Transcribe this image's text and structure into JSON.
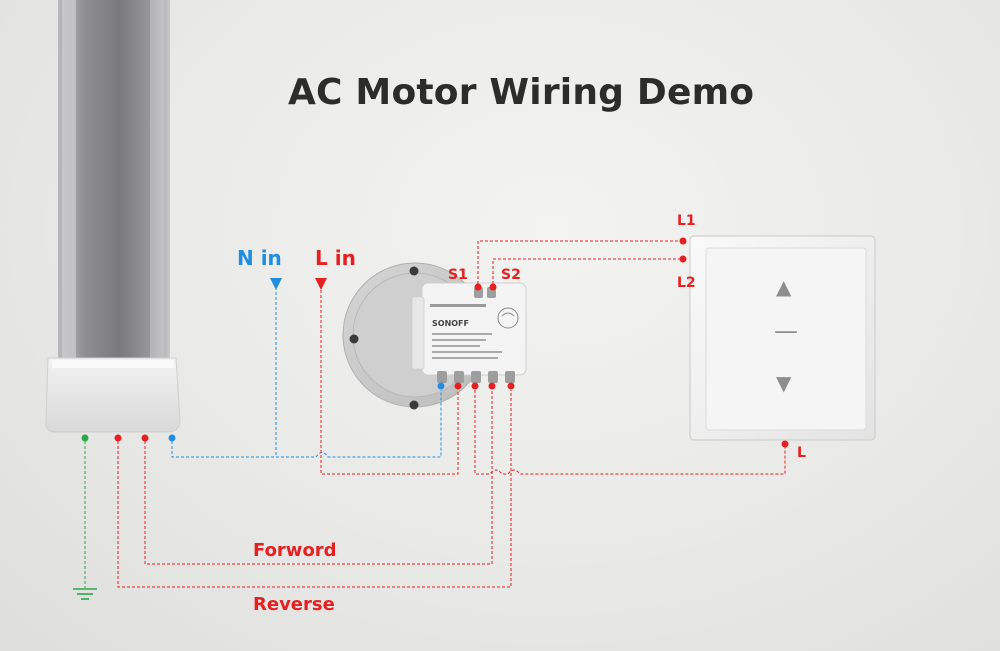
{
  "title": "AC Motor Wiring Demo",
  "labels": {
    "n_in": "N in",
    "l_in": "L in",
    "s1": "S1",
    "s2": "S2",
    "l1": "L1",
    "l2": "L2",
    "l": "L",
    "forward": "Forword",
    "reverse": "Reverse"
  },
  "device": {
    "brand": "SONOFF"
  },
  "switch_panel": {
    "up_symbol": "▲",
    "stop_symbol": "—",
    "down_symbol": "▼"
  },
  "colors": {
    "live": "#e62020",
    "neutral": "#1f8ee0",
    "ground": "#2aa84a",
    "title": "#2c2c2c"
  }
}
